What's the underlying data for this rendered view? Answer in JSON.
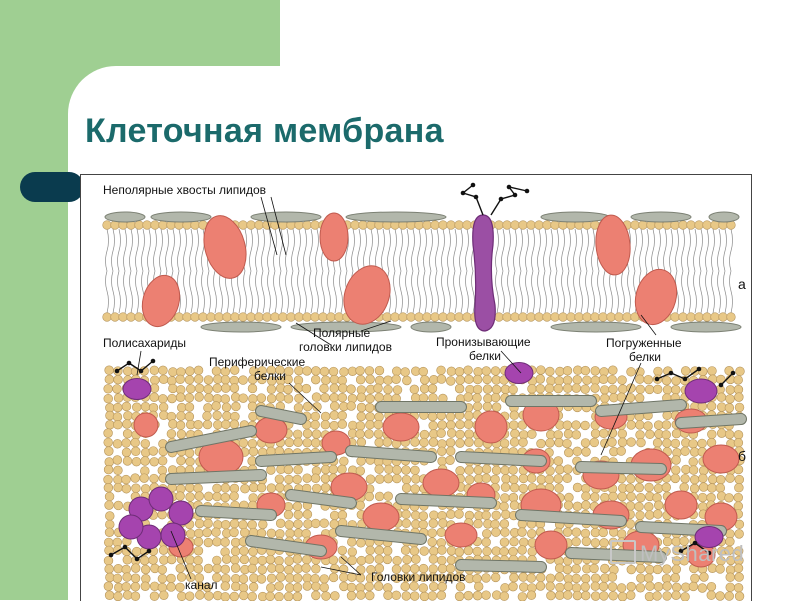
{
  "slide": {
    "title": "Клеточная мембрана"
  },
  "diagram": {
    "labels": {
      "nonpolar_tails": "Неполярные хвосты липидов",
      "polar_heads_1": "Полярные",
      "polar_heads_2": "головки липидов",
      "penetrating_1": "Пронизывающие",
      "penetrating_2": "белки",
      "polysaccharides": "Полисахариды",
      "peripheral_1": "Периферические",
      "peripheral_2": "белки",
      "immersed_1": "Погруженные",
      "immersed_2": "белки",
      "channel": "канал",
      "lipid_heads": "Головки липидов",
      "panel_a": "а",
      "panel_b": "б"
    },
    "colors": {
      "lipid_head": "#e8c887",
      "protein": "#ec8072",
      "peripheral_protein": "#b2b7ab",
      "penetrating_protein": "#9b4fa4",
      "polysaccharide": "#a544ae"
    }
  },
  "watermark": {
    "text": "MyShared"
  }
}
